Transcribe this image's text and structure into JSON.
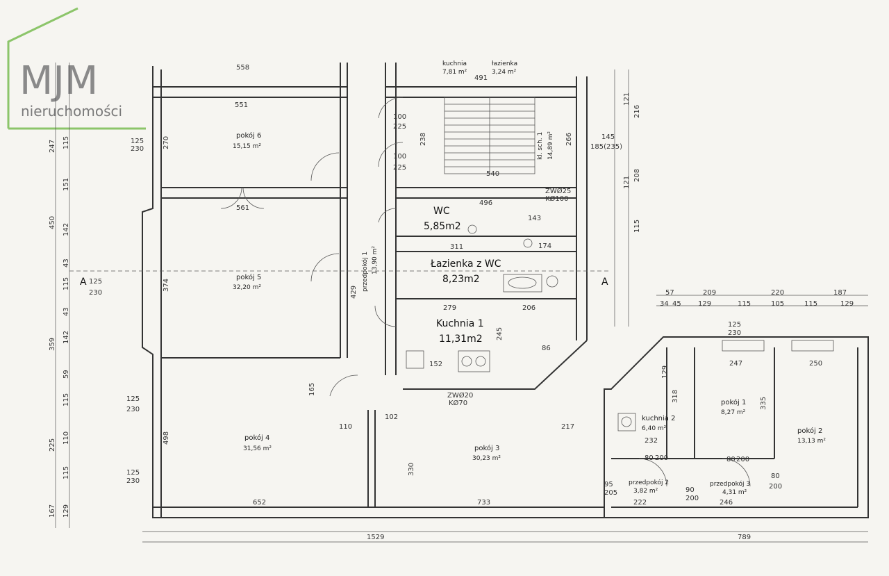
{
  "logo": {
    "name": "MJM",
    "subtitle": "nieruchomości",
    "color": "#8cc56a"
  },
  "rooms": {
    "pokoj6": {
      "label": "pokój 6",
      "area": "15,15 m²"
    },
    "pokoj5": {
      "label": "pokój 5",
      "area": "32,20 m²"
    },
    "pokoj4": {
      "label": "pokój 4",
      "area": "31,56 m²"
    },
    "pokoj3": {
      "label": "pokój 3",
      "area": "30,23 m²"
    },
    "pokoj1": {
      "label": "pokój 1",
      "area": "8,27 m²"
    },
    "pokoj2": {
      "label": "pokój 2",
      "area": "13,13 m²"
    },
    "wc": {
      "label": "WC",
      "area": "5,85m2"
    },
    "lazienka": {
      "label": "Łazienka z WC",
      "area": "8,23m2"
    },
    "kuchnia1": {
      "label": "Kuchnia 1",
      "area": "11,31m2"
    },
    "kuchnia2": {
      "label": "kuchnia 2",
      "area": "6,40 m²"
    },
    "kuchnia_top": {
      "label": "kuchnia",
      "area": "7,81 m²"
    },
    "lazienka_top": {
      "label": "łazienka",
      "area": "3,24 m²"
    },
    "klatka": {
      "label": "kl. sch. 1",
      "area": "14,89 m²"
    },
    "przedpokoj1": {
      "label": "przedpokój 1",
      "area": "13,90 m²"
    },
    "przedpokoj2": {
      "label": "przedpokój 2",
      "area": "3,82 m²"
    },
    "przedpokoj3": {
      "label": "przedpokój 3",
      "area": "4,31 m²"
    }
  },
  "dims": {
    "top558": "558",
    "top551": "551",
    "top561": "561",
    "top491": "491",
    "top496": "496",
    "top311": "311",
    "top279": "279",
    "top540": "540",
    "top206": "206",
    "top152": "152",
    "top143": "143",
    "top174": "174",
    "top86": "86",
    "bottom652": "652",
    "bottom733": "733",
    "bottom1529": "1529",
    "bottom789": "789",
    "bottom222": "222",
    "bottom246": "246",
    "bottom217": "217",
    "bottom232": "232",
    "bottom110": "110",
    "bottom102": "102",
    "r57": "57",
    "r209": "209",
    "r220": "220",
    "r187": "187",
    "r34": "34",
    "r45": "45",
    "r129a": "129",
    "r115a": "115",
    "r105": "105",
    "r115b": "115",
    "r129b": "129",
    "r247": "247",
    "r250": "250",
    "r318": "318",
    "r335": "335",
    "r129c": "129",
    "left247": "247",
    "left450": "450",
    "left359": "359",
    "left225": "225",
    "left167": "167",
    "l115a": "115",
    "l151": "151",
    "l142a": "142",
    "l43a": "43",
    "l115b": "115",
    "l43b": "43",
    "l142b": "142",
    "l59": "59",
    "l115c": "115",
    "l110": "110",
    "l115d": "115",
    "l129": "129",
    "v270": "270",
    "v374": "374",
    "v498": "498",
    "v429": "429",
    "v238": "238",
    "v266": "266",
    "v245": "245",
    "v330": "330",
    "v165": "165",
    "w125a": "125",
    "w230a": "230",
    "w125b": "125",
    "w230b": "230",
    "w125c": "125",
    "w230c": "230",
    "w125d": "125",
    "w230d": "230",
    "w125e": "125",
    "w230e": "230",
    "w145": "145",
    "w185": "185(235)",
    "w100a": "100",
    "w225a": "225",
    "w100b": "100",
    "w225b": "225",
    "w80a": "80",
    "w200a": "200",
    "w80b": "80",
    "w200b": "200",
    "w95": "95",
    "w205": "205",
    "w90": "90",
    "w200c": "200",
    "w80c": "80",
    "w200d": "200",
    "rc216": "216",
    "rc208": "208",
    "rc121a": "121",
    "rc121b": "121",
    "rc115": "115",
    "zw1": "ZWØ25",
    "zw2": "KØ100",
    "zw3": "ZWØ20",
    "zw4": "KØ70",
    "cut": "A"
  }
}
